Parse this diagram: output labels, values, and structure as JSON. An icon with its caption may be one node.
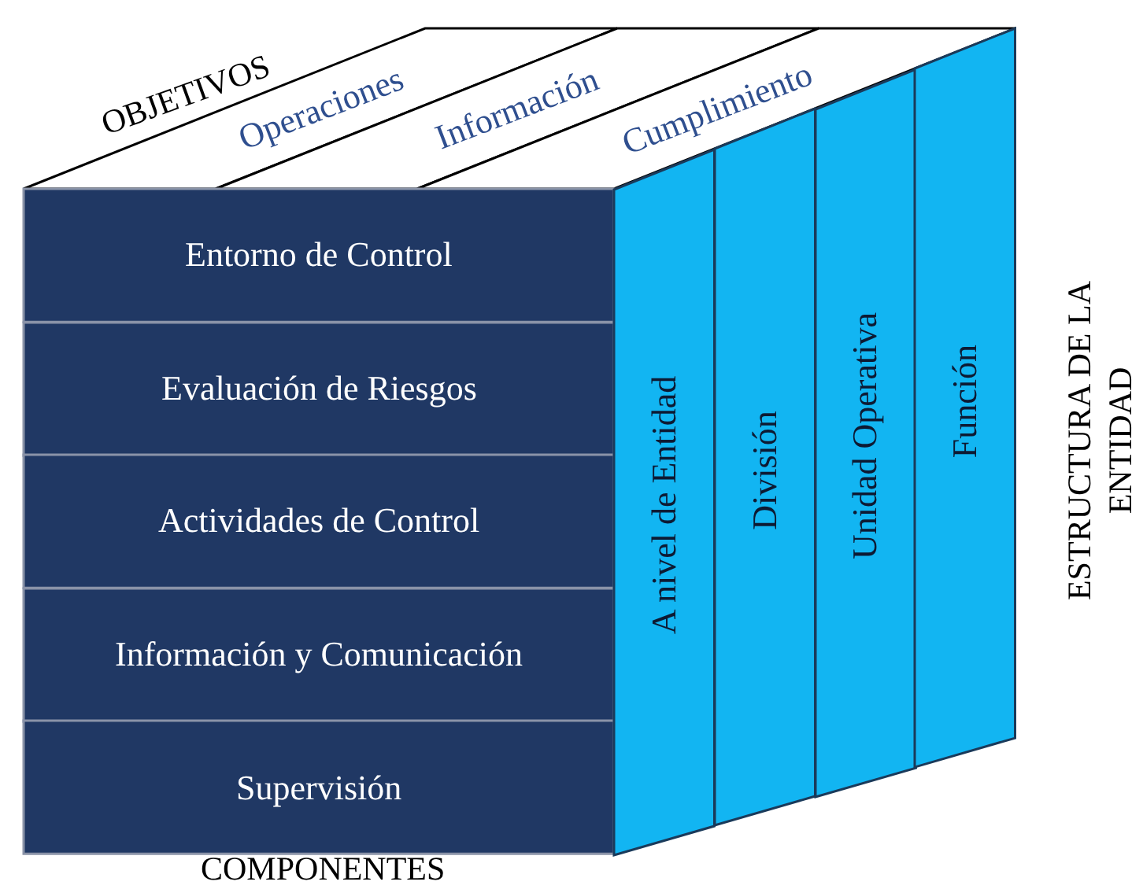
{
  "diagram": {
    "nodes": [
      {
        "text": [
          "Operaciones"
        ]
      },
      {
        "text": [
          "Información"
        ]
      },
      {
        "text": [
          "Cumplimiento"
        ]
      },
      {
        "text": [
          "Entorno de Control"
        ]
      },
      {
        "text": [
          "Evaluación de Riesgos"
        ]
      },
      {
        "text": [
          "Actividades de Control"
        ]
      },
      {
        "text": [
          "Información y Comunicación"
        ]
      },
      {
        "text": [
          "Supervisión"
        ]
      },
      {
        "text": [
          "A nivel de Entidad"
        ]
      },
      {
        "text": [
          "División"
        ]
      },
      {
        "text": [
          "Unidad Operativa"
        ]
      },
      {
        "text": [
          "Función"
        ]
      }
    ],
    "edges": [],
    "labels": [
      "OBJETIVOS",
      "COMPONENTES",
      "ESTRUCTURA DE LA ENTIDAD"
    ]
  }
}
